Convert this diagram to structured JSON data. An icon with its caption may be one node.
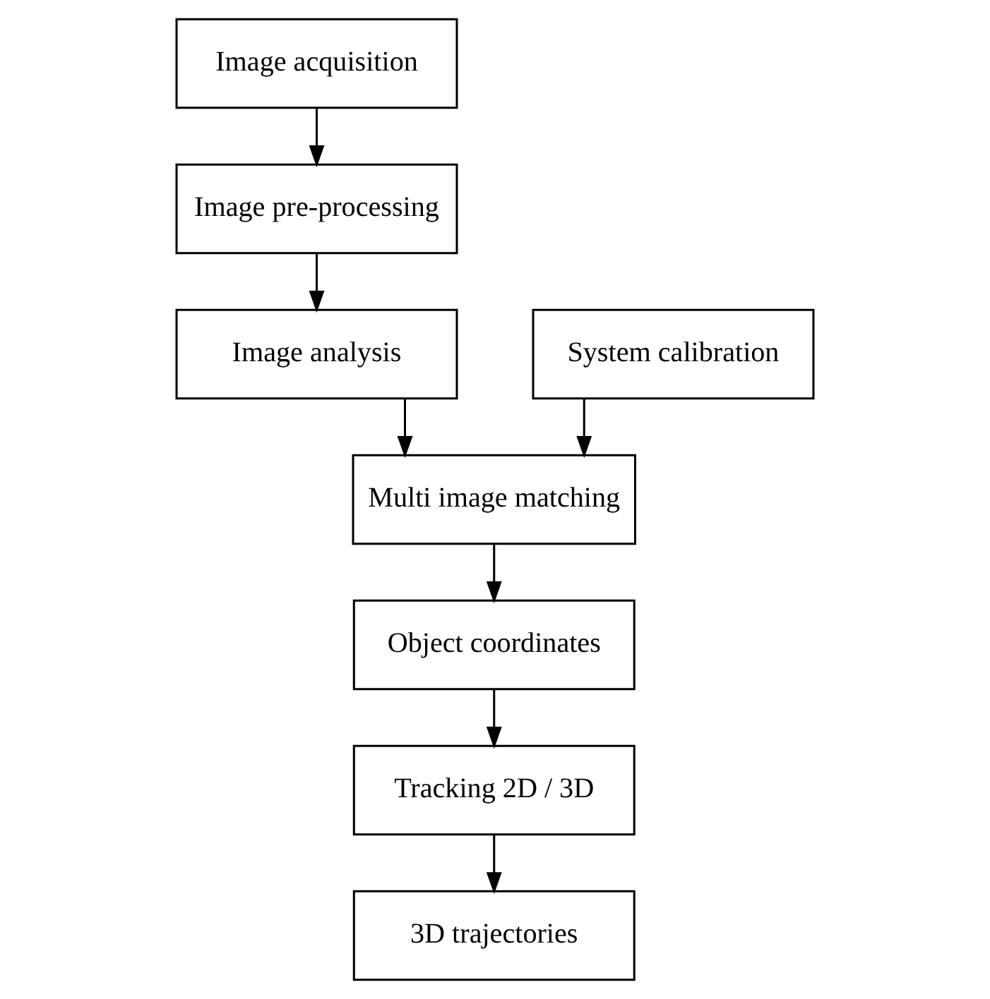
{
  "diagram": {
    "nodes": [
      {
        "text": [
          "Image acquisition"
        ]
      },
      {
        "text": [
          "Image pre-processing"
        ]
      },
      {
        "text": [
          "Image analysis"
        ]
      },
      {
        "text": [
          "System calibration"
        ]
      },
      {
        "text": [
          "Multi image matching"
        ]
      },
      {
        "text": [
          "Object coordinates"
        ]
      },
      {
        "text": [
          "Tracking 2D / 3D"
        ]
      },
      {
        "text": [
          "3D trajectories"
        ]
      }
    ],
    "edges": [
      {
        "from": 0,
        "to": 1,
        "arrow": "to"
      },
      {
        "from": 1,
        "to": 2,
        "arrow": "to"
      },
      {
        "from": 2,
        "to": 4,
        "arrow": "to"
      },
      {
        "from": 3,
        "to": 4,
        "arrow": "to"
      },
      {
        "from": 4,
        "to": 5,
        "arrow": "to"
      },
      {
        "from": 5,
        "to": 6,
        "arrow": "to"
      },
      {
        "from": 6,
        "to": 7,
        "arrow": "to"
      }
    ]
  }
}
